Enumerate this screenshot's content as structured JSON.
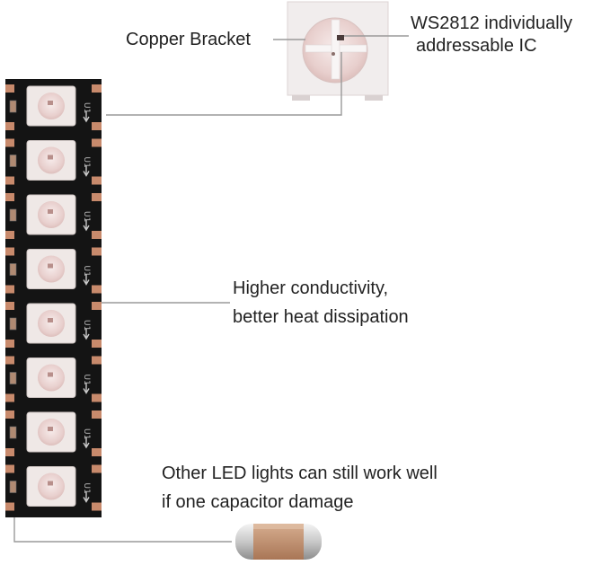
{
  "labels": {
    "copper_bracket": "Copper Bracket",
    "ic_line1": "WS2812 individually",
    "ic_line2": "addressable IC",
    "conduct_line1": "Higher conductivity,",
    "conduct_line2": "better heat dissipation",
    "capacitor_line1": "Other LED lights can still work well",
    "capacitor_line2": "if one capacitor damage"
  },
  "strip": {
    "led_count": 8,
    "pcb_label": "U1"
  },
  "colors": {
    "pcb": "#141414",
    "copper_pad": "#c88a6c",
    "led_body": "#efe8e6",
    "led_lens": "#e9cfcc",
    "leader_line": "#9a9a9a",
    "text": "#222222"
  }
}
